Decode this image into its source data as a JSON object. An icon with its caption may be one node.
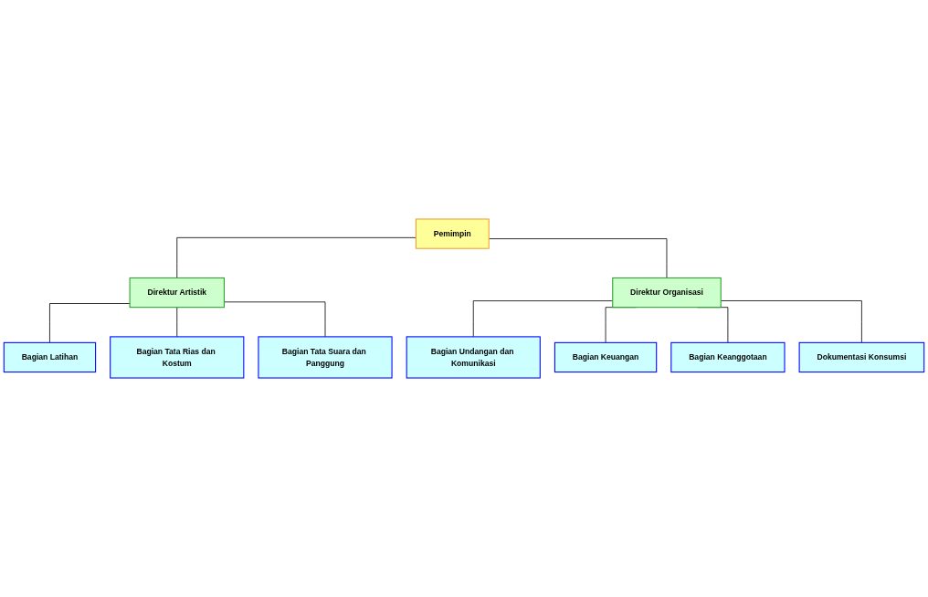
{
  "diagram": {
    "nodes": [
      {
        "text": [
          "Pemimpin"
        ]
      },
      {
        "text": [
          "Direktur Artistik"
        ]
      },
      {
        "text": [
          "Direktur Organisasi"
        ]
      },
      {
        "text": [
          "Bagian Latihan"
        ]
      },
      {
        "text": [
          "Bagian Tata Rias dan Kostum"
        ]
      },
      {
        "text": [
          "Bagian Tata Suara dan Panggung"
        ]
      },
      {
        "text": [
          "Bagian Undangan dan Komunikasi"
        ]
      },
      {
        "text": [
          "Bagian Keuangan"
        ]
      },
      {
        "text": [
          "Bagian Keanggotaan"
        ]
      },
      {
        "text": [
          "Dokumentasi Konsumsi"
        ]
      }
    ],
    "edges": [
      {
        "from": 0,
        "to": 1,
        "arrow": "none"
      },
      {
        "from": 0,
        "to": 2,
        "arrow": "none"
      },
      {
        "from": 1,
        "to": 3,
        "arrow": "none"
      },
      {
        "from": 1,
        "to": 4,
        "arrow": "none"
      },
      {
        "from": 1,
        "to": 5,
        "arrow": "none"
      },
      {
        "from": 2,
        "to": 6,
        "arrow": "none"
      },
      {
        "from": 2,
        "to": 7,
        "arrow": "none"
      },
      {
        "from": 2,
        "to": 8,
        "arrow": "none"
      },
      {
        "from": 2,
        "to": 9,
        "arrow": "none"
      }
    ]
  }
}
